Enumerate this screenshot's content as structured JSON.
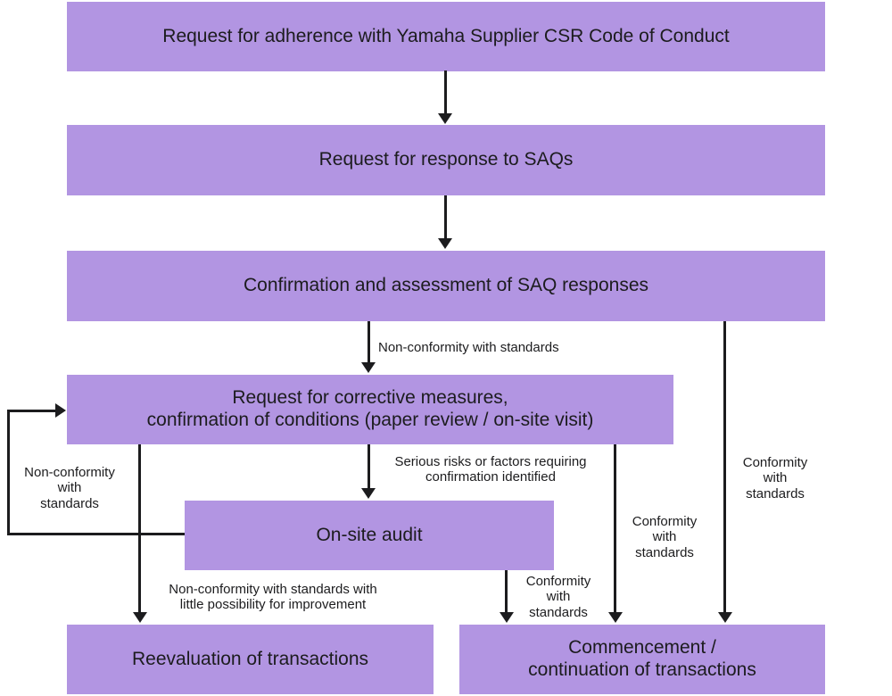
{
  "colors": {
    "box_fill": "#b295e2",
    "line": "#1c1c1e",
    "text": "#1c1c1e"
  },
  "boxes": {
    "adherence": "Request for adherence with Yamaha Supplier CSR Code of Conduct",
    "saq_request": "Request for response to SAQs",
    "saq_assessment": "Confirmation and assessment of SAQ responses",
    "corrective": "Request for corrective measures,\nconfirmation of conditions (paper review / on-site visit)",
    "onsite_audit": "On-site audit",
    "reevaluation": "Reevaluation of transactions",
    "commencement": "Commencement /\ncontinuation of transactions"
  },
  "edge_labels": {
    "nonconformity": "Non-conformity with standards",
    "serious_risks": "Serious risks or factors requiring\nconfirmation identified",
    "loop_nonconformity": "Non-conformity\nwith\nstandards",
    "nonconformity_little_improvement": "Non-conformity with standards with\nlittle possibility for improvement",
    "conformity_audit_path": "Conformity\nwith\nstandards",
    "conformity_mid_path": "Conformity\nwith\nstandards",
    "conformity_right_path": "Conformity\nwith\nstandards"
  }
}
